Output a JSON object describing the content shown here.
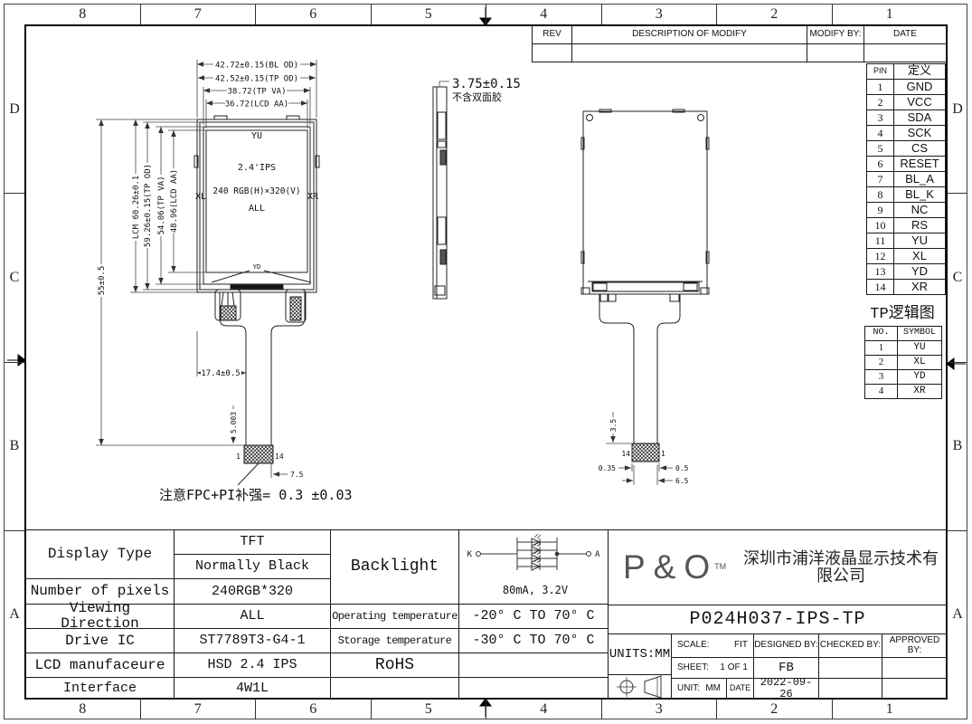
{
  "frame": {
    "top": [
      "8",
      "7",
      "6",
      "5",
      "4",
      "3",
      "2",
      "1"
    ],
    "bottom": [
      "8",
      "7",
      "6",
      "5",
      "4",
      "3",
      "2",
      "1"
    ],
    "left": [
      "D",
      "C",
      "B",
      "A"
    ],
    "right": [
      "D",
      "C",
      "B",
      "A"
    ]
  },
  "rev": {
    "col_rev": "REV",
    "col_desc": "DESCRIPTION OF MODIFY",
    "col_by": "MODIFY BY:",
    "col_date": "DATE"
  },
  "pin": {
    "h1": "PIN",
    "h2": "定义",
    "rows": [
      [
        "1",
        "GND"
      ],
      [
        "2",
        "VCC"
      ],
      [
        "3",
        "SDA"
      ],
      [
        "4",
        "SCK"
      ],
      [
        "5",
        "CS"
      ],
      [
        "6",
        "RESET"
      ],
      [
        "7",
        "BL_A"
      ],
      [
        "8",
        "BL_K"
      ],
      [
        "9",
        "NC"
      ],
      [
        "10",
        "RS"
      ],
      [
        "11",
        "YU"
      ],
      [
        "12",
        "XL"
      ],
      [
        "13",
        "YD"
      ],
      [
        "14",
        "XR"
      ]
    ]
  },
  "tp": {
    "title": "TP逻辑图",
    "h1": "NO.",
    "h2": "SYMBOL",
    "rows": [
      [
        "1",
        "YU"
      ],
      [
        "2",
        "XL"
      ],
      [
        "3",
        "YD"
      ],
      [
        "4",
        "XR"
      ]
    ]
  },
  "front": {
    "dim1": "42.72±0.15(BL OD)",
    "dim2": "42.52±0.15(TP OD)",
    "dim3": "38.72(TP VA)",
    "dim4": "36.72(LCD AA)",
    "dimL1": "LCM 60.26±0.1",
    "dimL2": "59.26±0.15(TP OD)",
    "dimL3": "54.06(TP VA)",
    "dimL4": "48.96(LCD AA)",
    "dimL5": "55±0.5",
    "yu": "YU",
    "xl": "XL",
    "xr": "XR",
    "yd": "YD",
    "line1": "2.4'IPS",
    "line2": "240 RGB(H)×320(V)",
    "line3": "ALL",
    "dim_fpc": "17.4±0.5",
    "dim_tail": "5.003",
    "dim_w": "7.5",
    "pin_first": "1",
    "pin_last": "14",
    "note": "注意FPC+PI补强= 0.3 ±0.03"
  },
  "side": {
    "dim": "3.75±0.15",
    "note": "不含双面胶"
  },
  "back": {
    "dim_tail": "3.5",
    "pin_left": "14",
    "pin_right": "1",
    "dim_a": "0.35",
    "dim_b": "0.5",
    "dim_c": "6.5"
  },
  "spec": {
    "display_type": "Display Type",
    "display_type_v1": "TFT",
    "display_type_v2": "Normally Black",
    "pixels": "Number of pixels",
    "pixels_v": "240RGB*320",
    "viewing": "Viewing Direction",
    "viewing_v": "ALL",
    "drive": "Drive IC",
    "drive_v": "ST7789T3-G4-1",
    "manu": "LCD manufaceure",
    "manu_v": "HSD 2.4 IPS",
    "iface": "Interface",
    "iface_v": "4W1L"
  },
  "env": {
    "backlight": "Backlight",
    "k": "K",
    "a": "A",
    "rating": "80mA, 3.2V",
    "op": "Operating temperature",
    "op_v": "-20° C TO 70° C",
    "st": "Storage temperature",
    "st_v": "-30° C TO 70° C",
    "rohs": "RoHS"
  },
  "tb": {
    "logo": "P&O",
    "tm": "TM",
    "company": "深圳市浦洋液晶显示技术有限公司",
    "part": "P024H037-IPS-TP",
    "units": "UNITS:MM",
    "scale": "SCALE:",
    "scale_v": "FIT",
    "designed": "DESIGNED BY:",
    "checked": "CHECKED BY:",
    "approved": "APPROVED BY:",
    "sheet": "SHEET:",
    "sheet_v": "1 OF 1",
    "designer": "FB",
    "unit": "UNIT:",
    "unit_v": "MM",
    "date": "DATE",
    "date_v": "2022-09-26"
  }
}
